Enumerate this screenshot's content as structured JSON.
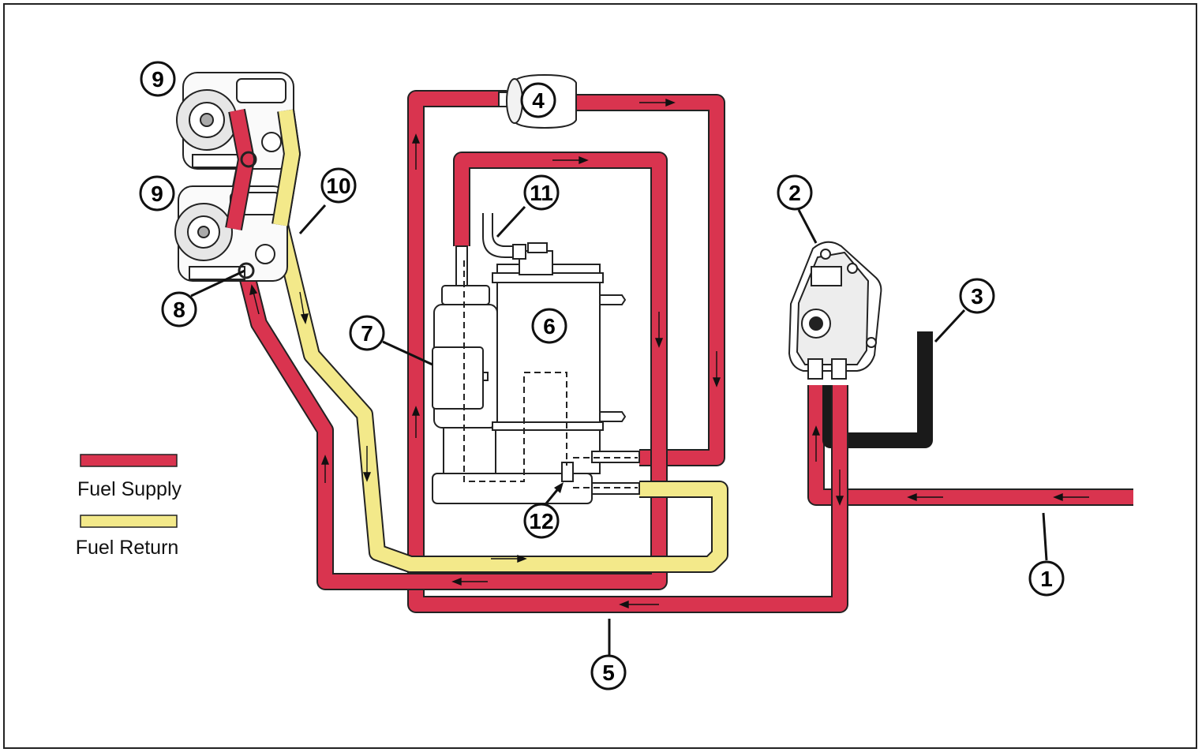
{
  "colors": {
    "fuel_supply": "#d9344f",
    "fuel_return": "#f3e98a",
    "outline": "#222222",
    "vent_hose": "#1a1a1a"
  },
  "legend": {
    "supply_label": "Fuel Supply",
    "return_label": "Fuel Return"
  },
  "callouts": [
    {
      "id": "c1",
      "label": "1"
    },
    {
      "id": "c2",
      "label": "2"
    },
    {
      "id": "c3",
      "label": "3"
    },
    {
      "id": "c4",
      "label": "4"
    },
    {
      "id": "c5",
      "label": "5"
    },
    {
      "id": "c6",
      "label": "6"
    },
    {
      "id": "c7",
      "label": "7"
    },
    {
      "id": "c8",
      "label": "8"
    },
    {
      "id": "c9a",
      "label": "9"
    },
    {
      "id": "c9b",
      "label": "9"
    },
    {
      "id": "c10",
      "label": "10"
    },
    {
      "id": "c11",
      "label": "11"
    },
    {
      "id": "c12",
      "label": "12"
    }
  ]
}
